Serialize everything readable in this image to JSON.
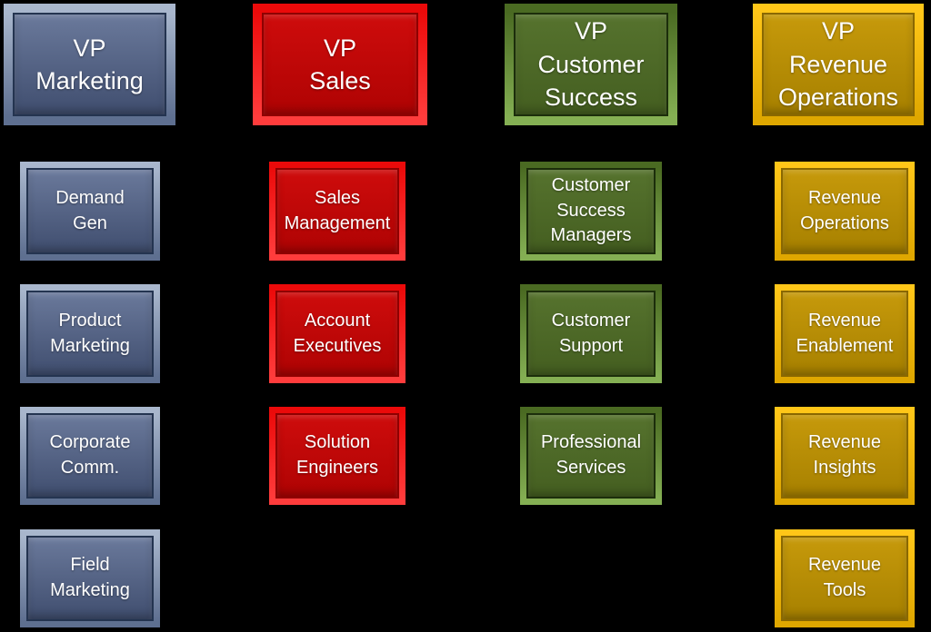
{
  "background": "#000000",
  "text_color": "#FFFFFF",
  "columns": [
    {
      "name": "Marketing",
      "theme": {
        "frame_top": "#A9B7CD",
        "frame_bottom": "#5E6F90",
        "edge": "#243450",
        "fill_top": "#6B7A9C",
        "fill_bottom": "#3F4D6E"
      },
      "vp": {
        "label": "VP\nMarketing"
      },
      "teams": [
        {
          "label": "Demand\nGen"
        },
        {
          "label": "Product\nMarketing"
        },
        {
          "label": "Corporate\nComm."
        },
        {
          "label": "Field\nMarketing"
        }
      ]
    },
    {
      "name": "Sales",
      "theme": {
        "frame_top": "#EB0A0A",
        "frame_bottom": "#FF3C3C",
        "edge": "#8F0000",
        "fill_top": "#CF0C0C",
        "fill_bottom": "#AE0303"
      },
      "vp": {
        "label": "VP\nSales"
      },
      "teams": [
        {
          "label": "Sales\nManagement"
        },
        {
          "label": "Account\nExecutives"
        },
        {
          "label": "Solution\nEngineers"
        }
      ]
    },
    {
      "name": "Customer Success",
      "theme": {
        "frame_top": "#4A6A22",
        "frame_bottom": "#84AF53",
        "edge": "#1C2E0B",
        "fill_top": "#56732E",
        "fill_bottom": "#445E20"
      },
      "vp": {
        "label": "VP\nCustomer\nSuccess"
      },
      "teams": [
        {
          "label": "Customer\nSuccess\nManagers"
        },
        {
          "label": "Customer\nSupport"
        },
        {
          "label": "Professional\nServices"
        }
      ]
    },
    {
      "name": "Revenue Operations",
      "theme": {
        "frame_top": "#FFC618",
        "frame_bottom": "#DFA700",
        "edge": "#8A6800",
        "fill_top": "#C79A0B",
        "fill_bottom": "#A68000"
      },
      "vp": {
        "label": "VP\nRevenue\nOperations"
      },
      "teams": [
        {
          "label": "Revenue\nOperations"
        },
        {
          "label": "Revenue\nEnablement"
        },
        {
          "label": "Revenue\nInsights"
        },
        {
          "label": "Revenue\nTools"
        }
      ]
    }
  ]
}
